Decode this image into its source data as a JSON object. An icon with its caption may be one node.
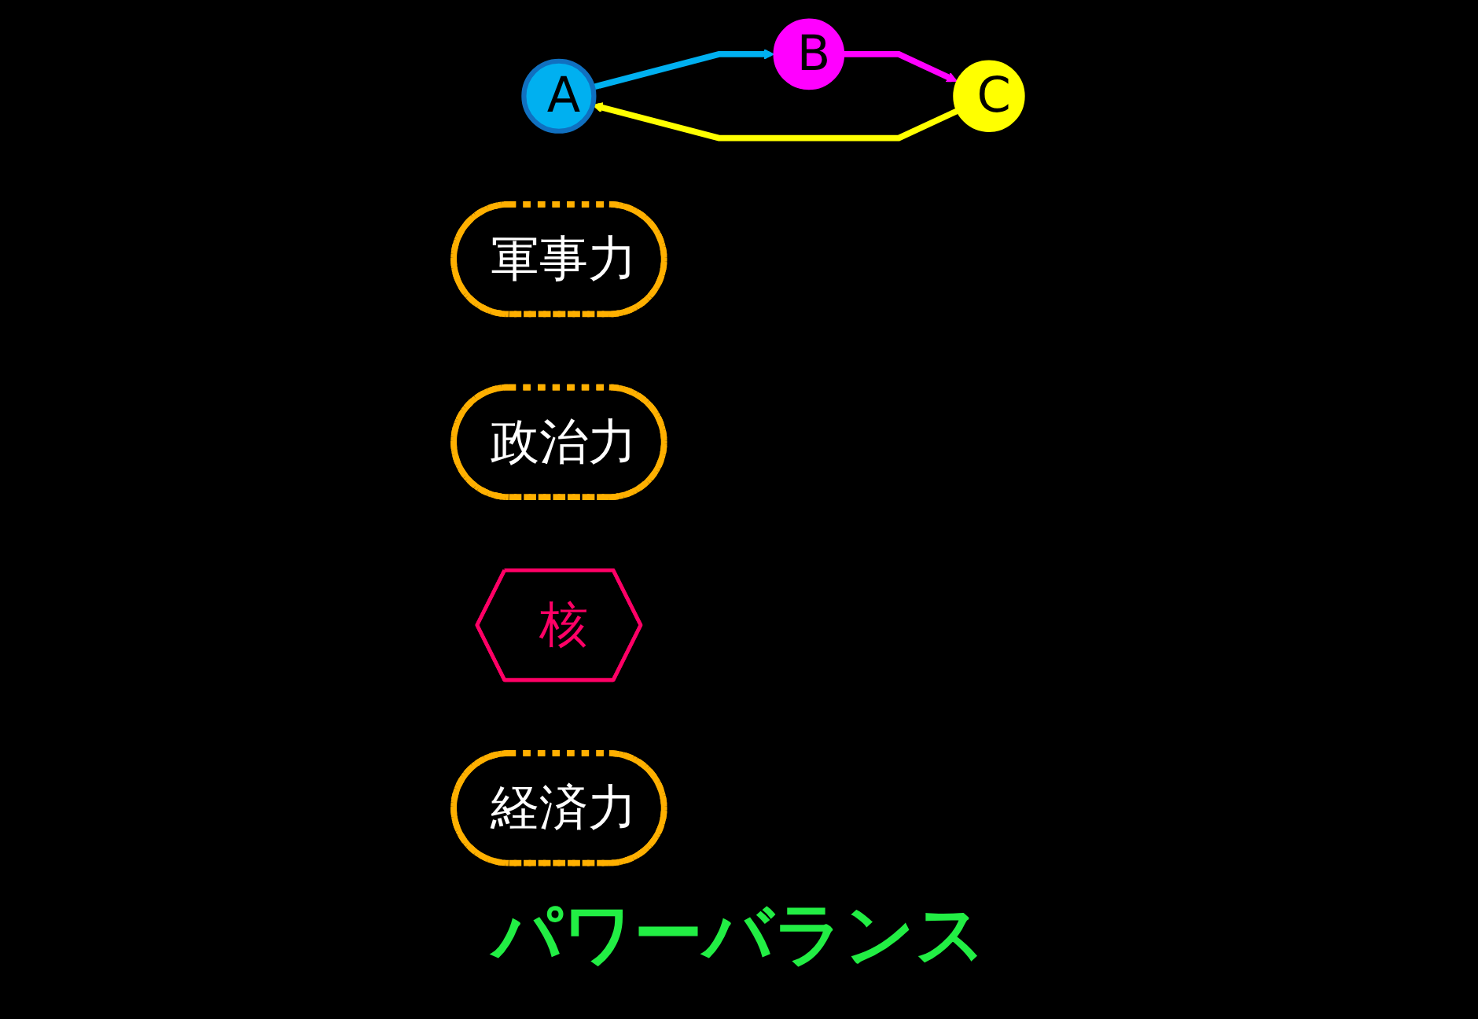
{
  "diagram": {
    "nodes": [
      {
        "text": [
          "A"
        ]
      },
      {
        "text": [
          "軍事力"
        ]
      },
      {
        "text": [
          "政治力"
        ]
      },
      {
        "text": [
          "核"
        ]
      },
      {
        "text": [
          "経済力"
        ]
      },
      {
        "text": [
          "C"
        ]
      },
      {
        "text": [
          "B"
        ]
      }
    ],
    "edges": [
      {
        "from": 0,
        "to": 6,
        "arrow": "to",
        "color": "#00b0f0"
      },
      {
        "from": 6,
        "to": 5,
        "arrow": "to",
        "color": "#ff00ff"
      },
      {
        "from": 5,
        "to": 0,
        "arrow": "to",
        "color": "#ffff00"
      }
    ],
    "labels": [
      "パワーバランス"
    ]
  }
}
